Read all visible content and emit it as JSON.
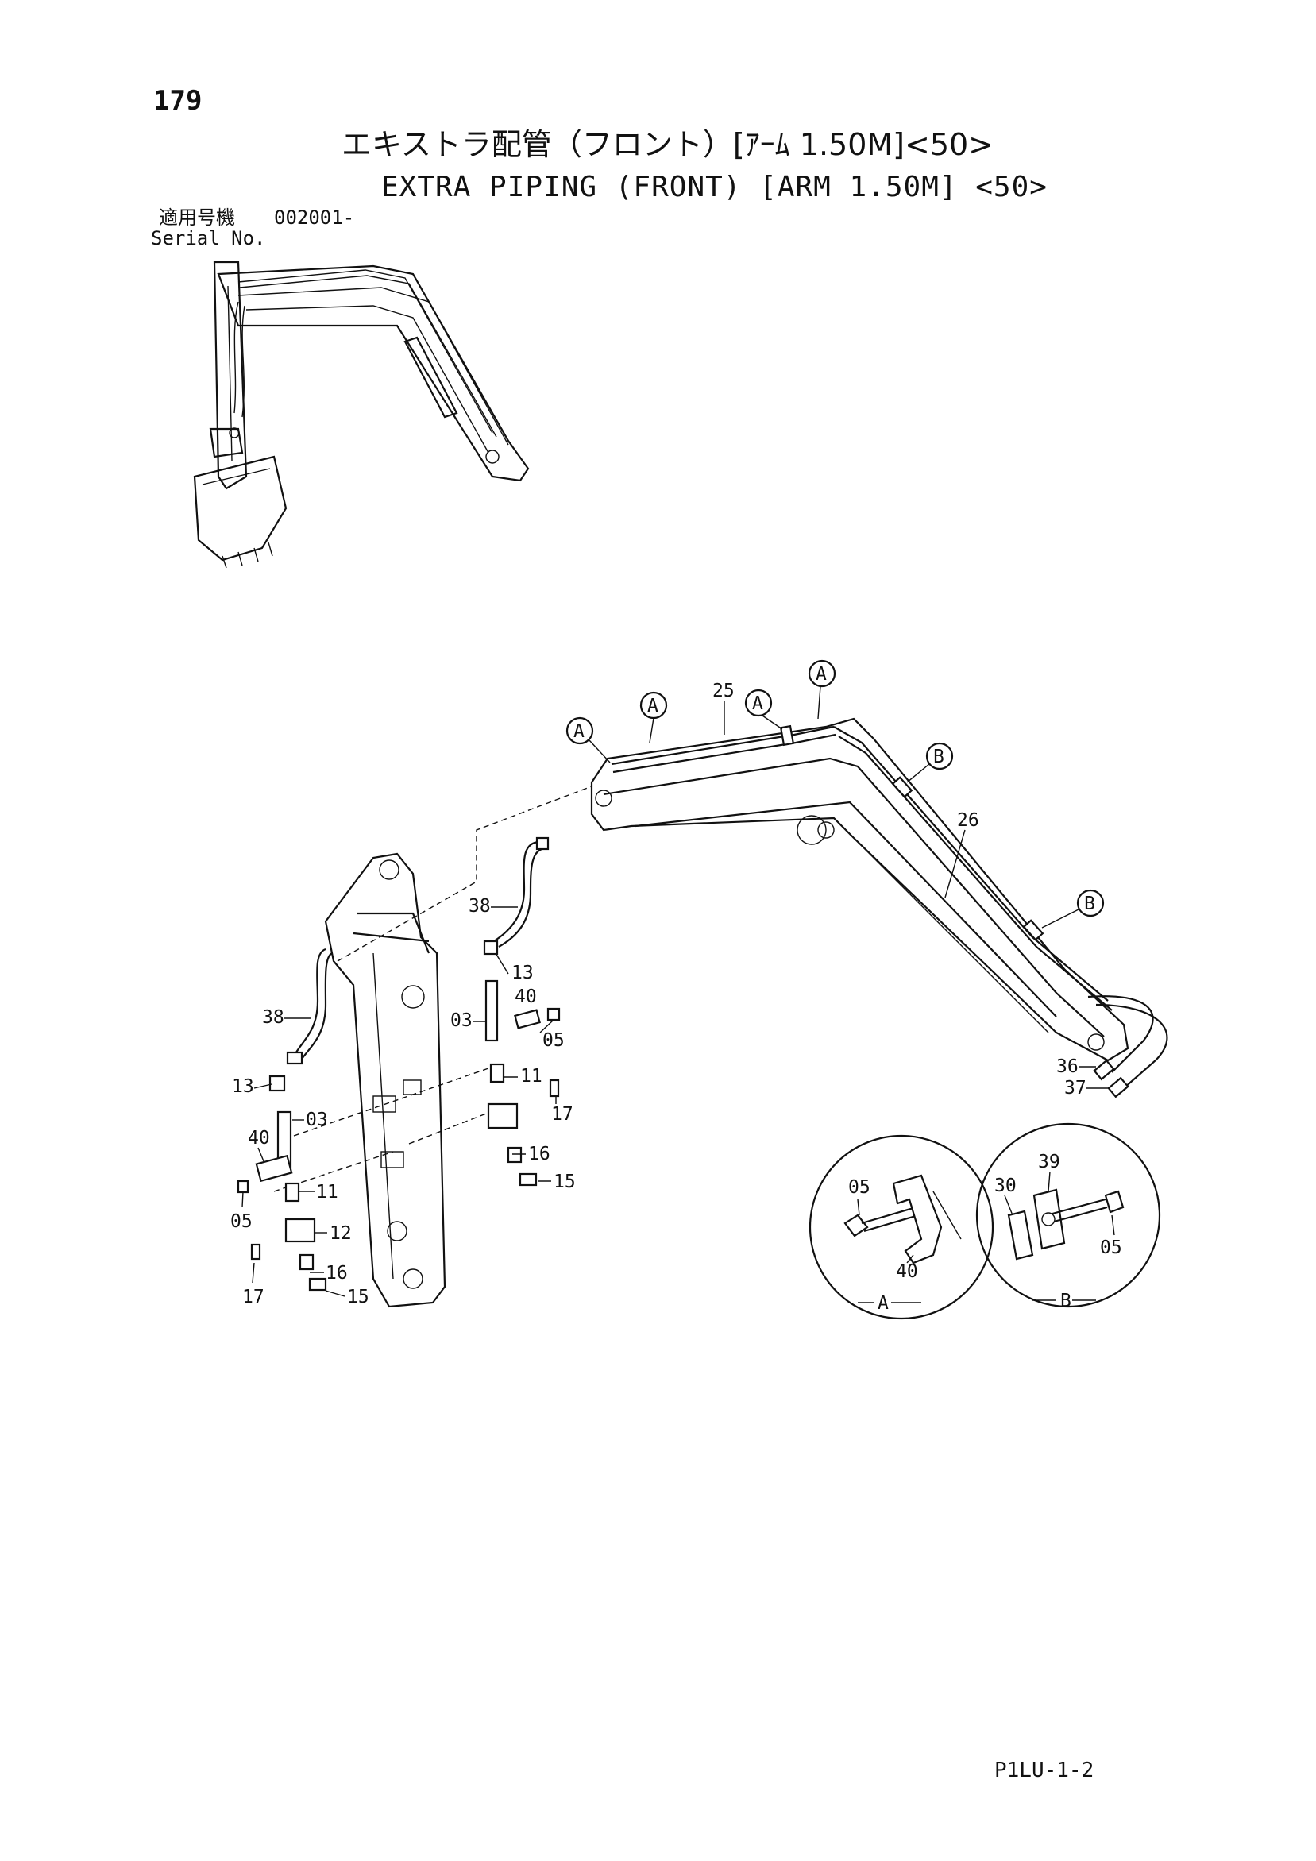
{
  "header": {
    "page_number": "179",
    "title_jp": "エキストラ配管（フロント）[ｱｰﾑ 1.50M]<50>",
    "title_en": "EXTRA PIPING (FRONT) [ARM 1.50M] <50>",
    "serial_label_jp": "適用号機",
    "serial_number": "002001-",
    "serial_label_en": "Serial No."
  },
  "footer": {
    "page_code": "P1LU-1-2"
  },
  "callouts": {
    "c25": "25",
    "c26": "26",
    "c38a": "38",
    "c38b": "38",
    "c13a": "13",
    "c13b": "13",
    "c40a": "40",
    "c40b": "40",
    "c05a": "05",
    "c05b": "05",
    "c03a": "03",
    "c03b": "03",
    "c11a": "11",
    "c11b": "11",
    "c17a": "17",
    "c17b": "17",
    "c16a": "16",
    "c16b": "16",
    "c15a": "15",
    "c15b": "15",
    "c12": "12",
    "c36": "36",
    "c37": "37"
  },
  "circle_markers": {
    "a1": "A",
    "a2": "A",
    "a3": "A",
    "a4": "A",
    "b1": "B",
    "b2": "B"
  },
  "detail_views": {
    "detail_a": {
      "label": "A",
      "parts": {
        "p05": "05",
        "p40": "40"
      }
    },
    "detail_b": {
      "label": "B",
      "parts": {
        "p39": "39",
        "p30": "30",
        "p05": "05"
      }
    }
  }
}
